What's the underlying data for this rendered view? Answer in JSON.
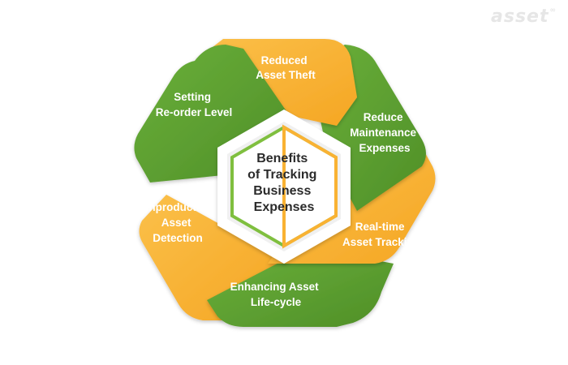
{
  "logo": {
    "text": "asset",
    "mark": "∞"
  },
  "center": {
    "lines": [
      "Benefits",
      "of Tracking",
      "Business",
      "Expenses"
    ]
  },
  "segments": [
    {
      "id": "reduced-asset-theft",
      "lines": [
        "Reduced",
        "Asset Theft"
      ],
      "color": "#f9b233"
    },
    {
      "id": "reduce-maintenance-expenses",
      "lines": [
        "Reduce",
        "Maintenance",
        "Expenses"
      ],
      "color": "#5fa232"
    },
    {
      "id": "real-time-asset-tracking",
      "lines": [
        "Real-time",
        "Asset Tracking"
      ],
      "color": "#f9b233"
    },
    {
      "id": "enhancing-asset-life-cycle",
      "lines": [
        "Enhancing Asset",
        "Life-cycle"
      ],
      "color": "#5fa232"
    },
    {
      "id": "unproductive-asset-detection",
      "lines": [
        "Unproductive",
        "Asset",
        "Detection"
      ],
      "color": "#f9b233"
    },
    {
      "id": "setting-re-order-level",
      "lines": [
        "Setting",
        "Re-order Level"
      ],
      "color": "#5fa232"
    }
  ],
  "colors": {
    "orange": "#f9b233",
    "orange_dark": "#e8961f",
    "green": "#5fa232",
    "green_dark": "#3f7e1f",
    "center_border": "#d9d9d9"
  }
}
